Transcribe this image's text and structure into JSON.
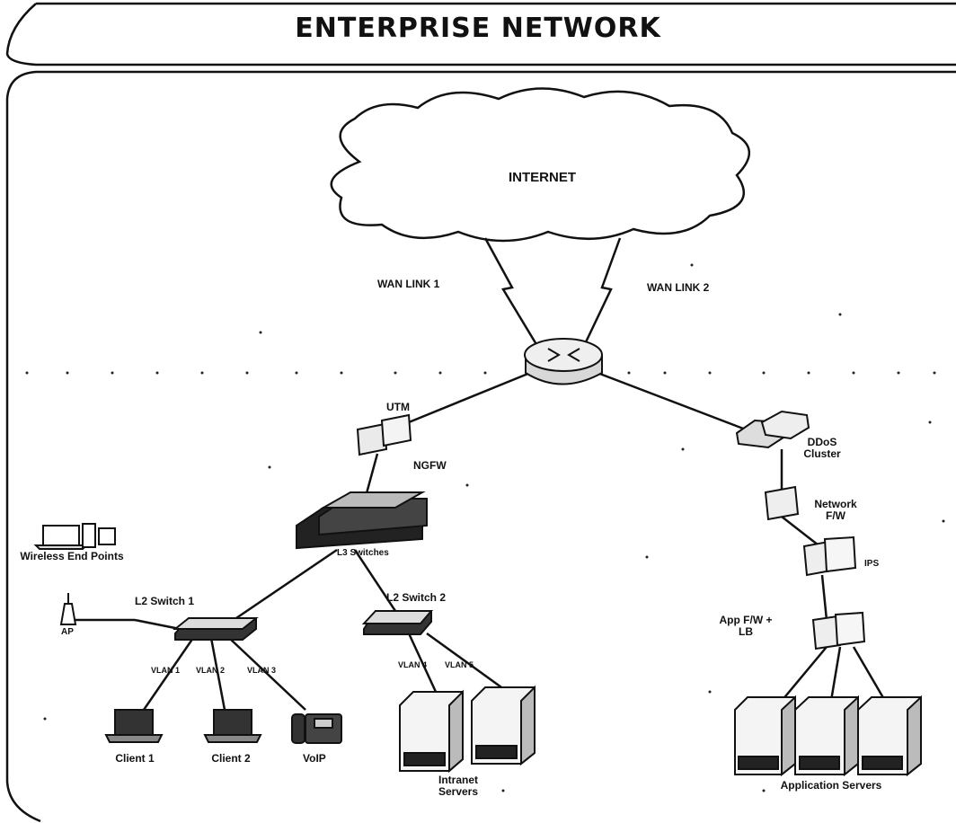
{
  "title": "ENTERPRISE NETWORK",
  "labels": {
    "internet": "INTERNET",
    "wan_link_1": "WAN LINK 1",
    "wan_link_2": "WAN LINK 2",
    "utm": "UTM",
    "ngfw": "NGFW",
    "ddos_cluster": "DDoS Cluster",
    "network_fw": "Network F/W",
    "ips": "IPS",
    "app_fw_lb": "App F/W + LB",
    "l3_switches": "L3 Switches",
    "wireless_end_points": "Wireless End Points",
    "l2_switch_1": "L2 Switch 1",
    "l2_switch_2": "L2 Switch 2",
    "ap": "AP",
    "vlan1": "VLAN 1",
    "vlan2": "VLAN 2",
    "vlan3": "VLAN 3",
    "vlan4": "VLAN 4",
    "vlan5": "VLAN 5",
    "client_1": "Client 1",
    "client_2": "Client 2",
    "voip": "VoIP",
    "intranet_servers": "Intranet Servers",
    "application_servers": "Application Servers"
  }
}
